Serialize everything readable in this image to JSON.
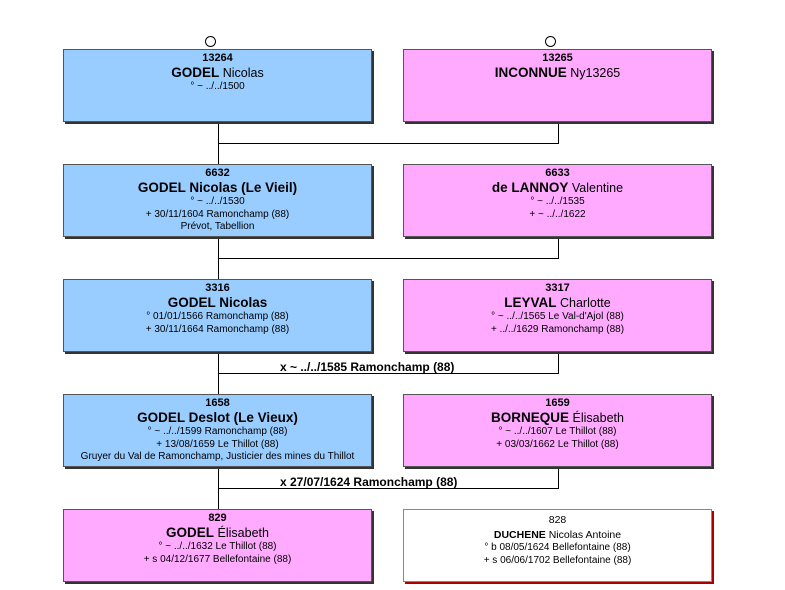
{
  "persons": {
    "p13264": {
      "num": "13264",
      "surname": "GODEL",
      "given": "Nicolas",
      "events": [
        "° ~ ../../1500"
      ]
    },
    "p13265": {
      "num": "13265",
      "surname": "INCONNUE",
      "given": "Ny13265",
      "events": []
    },
    "p6632": {
      "num": "6632",
      "surname": "GODEL",
      "given": "Nicolas (Le Vieil)",
      "events": [
        "° ~ ../../1530",
        "+ 30/11/1604 Ramonchamp (88)",
        "Prévot, Tabellion"
      ]
    },
    "p6633": {
      "num": "6633",
      "surname": "de LANNOY",
      "given": "Valentine",
      "events": [
        "° ~ ../../1535",
        "+ ~ ../../1622"
      ]
    },
    "p3316": {
      "num": "3316",
      "surname": "GODEL",
      "given": "Nicolas",
      "events": [
        "° 01/01/1566 Ramonchamp (88)",
        "+ 30/11/1664 Ramonchamp (88)"
      ]
    },
    "p3317": {
      "num": "3317",
      "surname": "LEYVAL",
      "given": "Charlotte",
      "events": [
        "° ~ ../../1565 Le Val-d'Ajol (88)",
        "+ ../../1629 Ramonchamp (88)"
      ]
    },
    "p1658": {
      "num": "1658",
      "surname": "GODEL",
      "given": "Deslot (Le Vieux)",
      "events": [
        "° ~ ../../1599 Ramonchamp (88)",
        "+ 13/08/1659 Le Thillot (88)",
        "Gruyer du Val de Ramonchamp, Justicier des mines du Thillot"
      ]
    },
    "p1659": {
      "num": "1659",
      "surname": "BORNEQUE",
      "given": "Élisabeth",
      "events": [
        "° ~ ../../1607 Le Thillot (88)",
        "+ 03/03/1662 Le Thillot (88)"
      ]
    },
    "p829": {
      "num": "829",
      "surname": "GODEL",
      "given": "Élisabeth",
      "events": [
        "° ~ ../../1632 Le Thillot (88)",
        "+ s 04/12/1677 Bellefontaine (88)"
      ]
    },
    "p828": {
      "num": "828",
      "surname": "DUCHENE",
      "given": "Nicolas Antoine",
      "events": [
        "° b 08/05/1624 Bellefontaine (88)",
        "+ s 06/06/1702 Bellefontaine (88)"
      ]
    }
  },
  "marriages": {
    "m3316": "x ~ ../../1585 Ramonchamp (88)",
    "m1658": "x 27/07/1624 Ramonchamp (88)"
  },
  "colors": {
    "male": "#99ccff",
    "female": "#ffaaff",
    "spouse": "#ffffff"
  }
}
